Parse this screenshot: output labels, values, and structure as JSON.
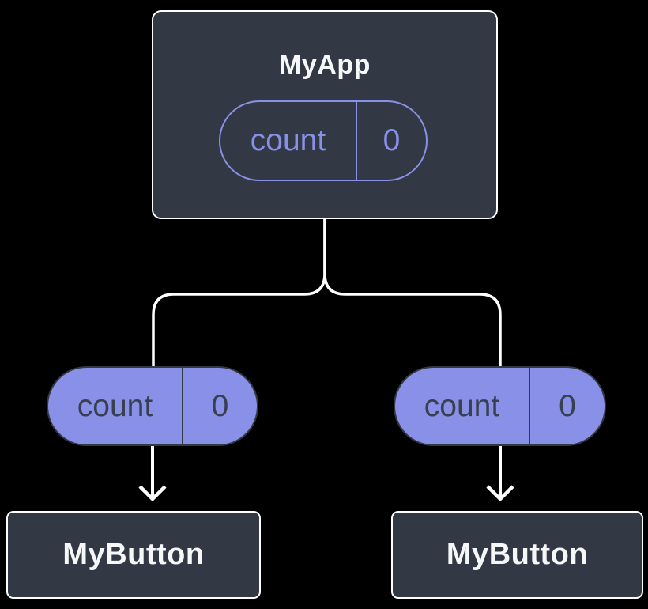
{
  "diagram": {
    "description": "Component tree showing state lifted to parent and passed down as props",
    "root_node": {
      "title": "MyApp",
      "state_pill": {
        "name": "count",
        "value": "0"
      }
    },
    "prop_pills": [
      {
        "name": "count",
        "value": "0"
      },
      {
        "name": "count",
        "value": "0"
      }
    ],
    "child_nodes": [
      {
        "title": "MyButton"
      },
      {
        "title": "MyButton"
      }
    ],
    "colors": {
      "background": "#000000",
      "node_fill": "#333845",
      "node_border": "#ffffff",
      "node_text": "#f6f7f9",
      "accent_purple": "#8890e8",
      "pill_dark_text": "#384050",
      "connector_line": "#ffffff"
    }
  }
}
